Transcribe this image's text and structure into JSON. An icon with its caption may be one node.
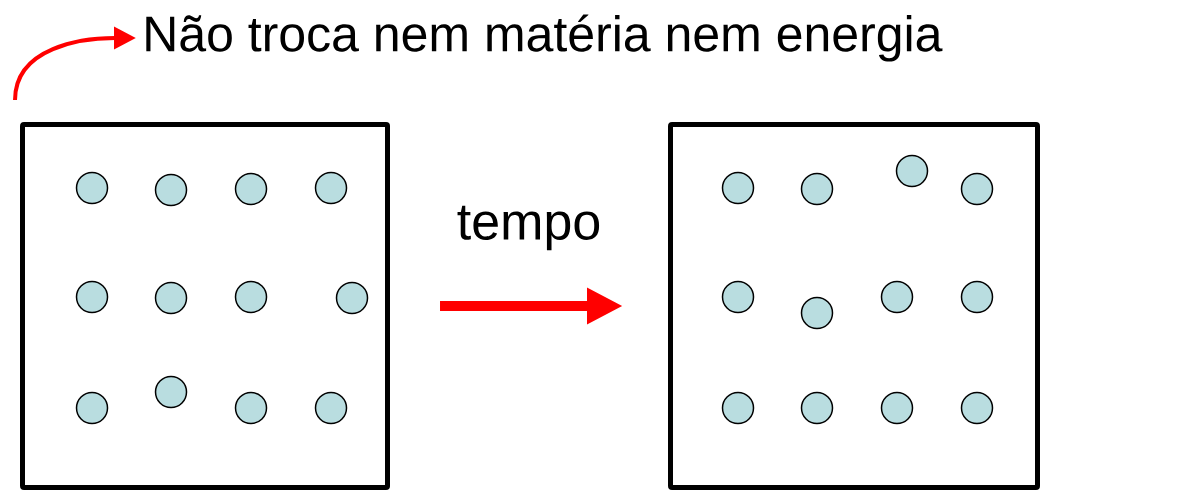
{
  "diagram": {
    "nodes": [
      {
        "text": [],
        "shape": "box"
      },
      {
        "text": [],
        "shape": "box"
      },
      {
        "text": [
          "Não troca nem matéria nem energia"
        ]
      }
    ],
    "edges": [
      {
        "from": 0,
        "to": 2,
        "arrow": "to",
        "color": "#ff0000"
      },
      {
        "from": 0,
        "to": 1,
        "arrow": "to",
        "label": "tempo",
        "style": "thick",
        "color": "#ff0000"
      }
    ]
  }
}
